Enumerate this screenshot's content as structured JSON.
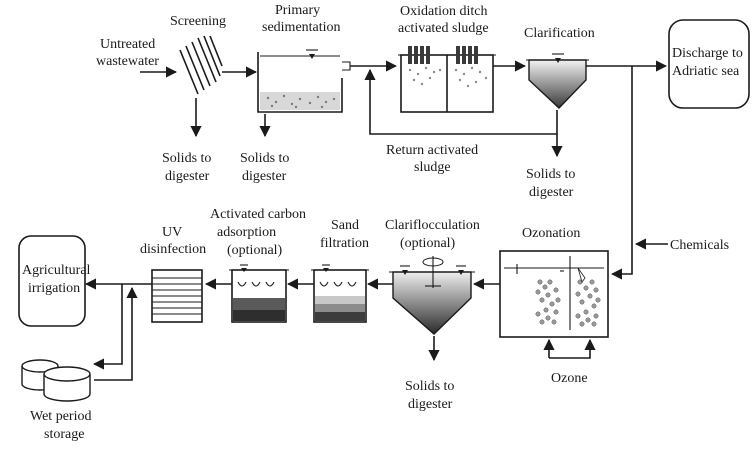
{
  "labels": {
    "untreated_1": "Untreated",
    "untreated_2": "wastewater",
    "screening": "Screening",
    "primary_1": "Primary",
    "primary_2": "sedimentation",
    "oxidation_1": "Oxidation ditch",
    "oxidation_2": "activated sludge",
    "clarification": "Clarification",
    "discharge_1": "Discharge to",
    "discharge_2": "Adriatic sea",
    "solids_screen_1": "Solids to",
    "solids_screen_2": "digester",
    "solids_primary_1": "Solids to",
    "solids_primary_2": "digester",
    "return_1": "Return activated",
    "return_2": "sludge",
    "solids_clar_1": "Solids to",
    "solids_clar_2": "digester",
    "uv_1": "UV",
    "uv_2": "disinfection",
    "carbon_1": "Activated carbon",
    "carbon_2": "adsorption",
    "carbon_3": "(optional)",
    "sand_1": "Sand",
    "sand_2": "filtration",
    "clarifloc_1": "Clariflocculation",
    "clarifloc_2": "(optional)",
    "ozonation": "Ozonation",
    "chemicals": "Chemicals",
    "agri_1": "Agricultural",
    "agri_2": "irrigation",
    "wet_1": "Wet period",
    "wet_2": "storage",
    "solids_floc_1": "Solids to",
    "solids_floc_2": "digester",
    "ozone": "Ozone"
  }
}
